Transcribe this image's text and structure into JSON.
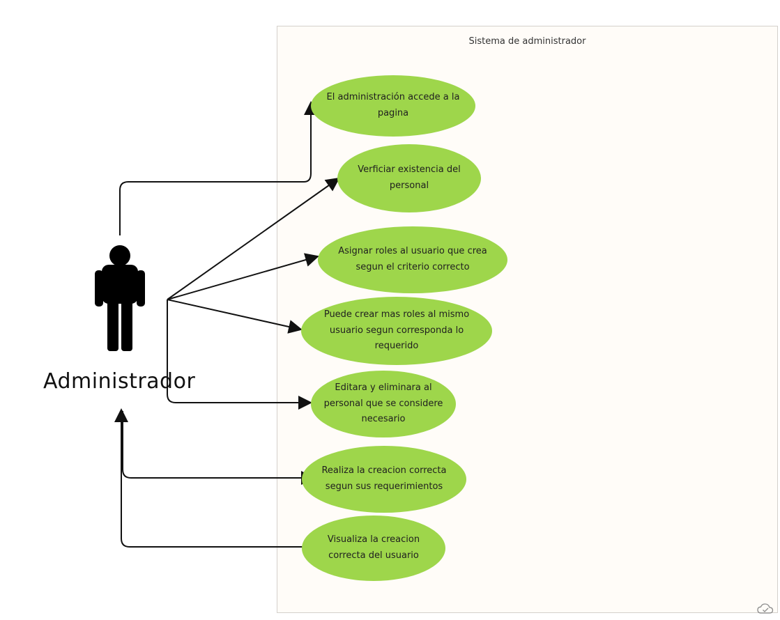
{
  "system": {
    "title": "Sistema de administrador",
    "background": "#fffcf8"
  },
  "actor": {
    "label": "Administrador",
    "icon": "person-icon",
    "color": "#000000"
  },
  "use_cases": [
    {
      "text": "El administración  accede a la pagina"
    },
    {
      "text": "Verficiar existencia del personal"
    },
    {
      "text": "Asignar roles al usuario que crea segun el criterio correcto"
    },
    {
      "text": "Puede crear mas roles al mismo usuario segun corresponda lo requerido"
    },
    {
      "text": "Editara y eliminara al personal que se considere necesario"
    },
    {
      "text": "Realiza la creacion correcta segun sus requerimientos"
    },
    {
      "text": "Visualiza la creacion correcta del usuario"
    }
  ],
  "style": {
    "ellipse_fill": "#9ed64b",
    "line_color": "#111111"
  },
  "icons": {
    "corner": "cloud-sync-icon"
  }
}
